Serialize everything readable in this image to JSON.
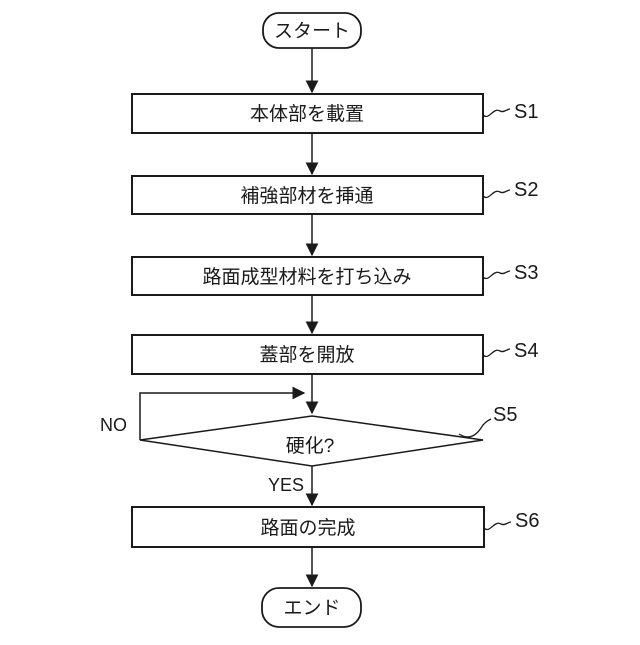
{
  "diagram": {
    "type": "flowchart",
    "background_color": "#ffffff",
    "line_color": "#1a1a1a",
    "start": {
      "label": "スタート"
    },
    "end": {
      "label": "エンド"
    },
    "steps": [
      {
        "id": "S1",
        "label": "本体部を載置",
        "shape": "process"
      },
      {
        "id": "S2",
        "label": "補強部材を挿通",
        "shape": "process"
      },
      {
        "id": "S3",
        "label": "路面成型材料を打ち込み",
        "shape": "process"
      },
      {
        "id": "S4",
        "label": "蓋部を開放",
        "shape": "process"
      },
      {
        "id": "S5",
        "label": "硬化?",
        "shape": "decision",
        "branches": {
          "no": "NO",
          "yes": "YES"
        }
      },
      {
        "id": "S6",
        "label": "路面の完成",
        "shape": "process"
      }
    ]
  }
}
